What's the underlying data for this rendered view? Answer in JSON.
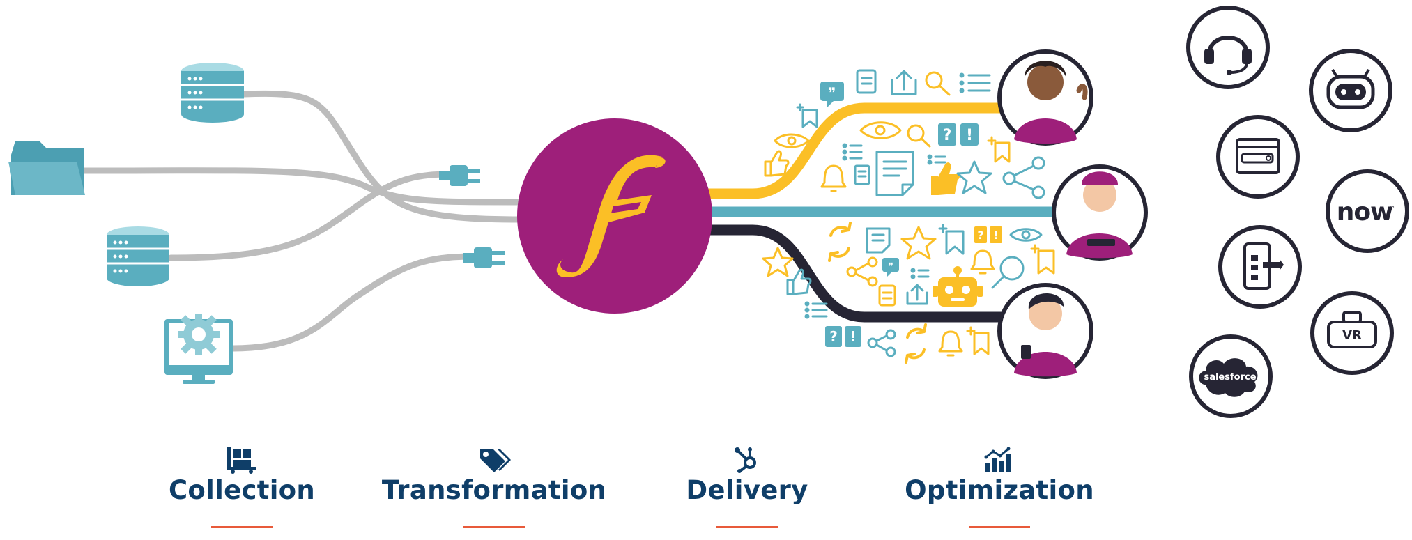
{
  "brand": {
    "logo_letter": "f",
    "logo_color": "#9e1f7a",
    "accent_color": "#fbbf26",
    "teal_color": "#5aaebf",
    "dark_line_color": "#262534",
    "gray_line_color": "#bcbcbc"
  },
  "sources": [
    {
      "icon": "database-icon"
    },
    {
      "icon": "folder-icon"
    },
    {
      "icon": "database-icon"
    },
    {
      "icon": "settings-monitor-icon"
    }
  ],
  "integrations": {
    "servicenow_label": "now",
    "servicenow_tm": "™",
    "salesforce_label": "salesforce",
    "vr_label": "VR",
    "icons": [
      "headset-icon",
      "robot-icon",
      "browser-search-icon",
      "mobile-integration-icon",
      "vr-headset-icon",
      "salesforce-cloud-icon",
      "servicenow-icon"
    ]
  },
  "content_icons": {
    "question_mark": "?",
    "exclamation": "!",
    "quote": "❞"
  },
  "steps": [
    {
      "label": "Collection",
      "icon": "pallet-boxes-icon"
    },
    {
      "label": "Transformation",
      "icon": "tags-icon"
    },
    {
      "label": "Delivery",
      "icon": "hubspot-icon"
    },
    {
      "label": "Optimization",
      "icon": "analytics-chart-icon"
    }
  ]
}
